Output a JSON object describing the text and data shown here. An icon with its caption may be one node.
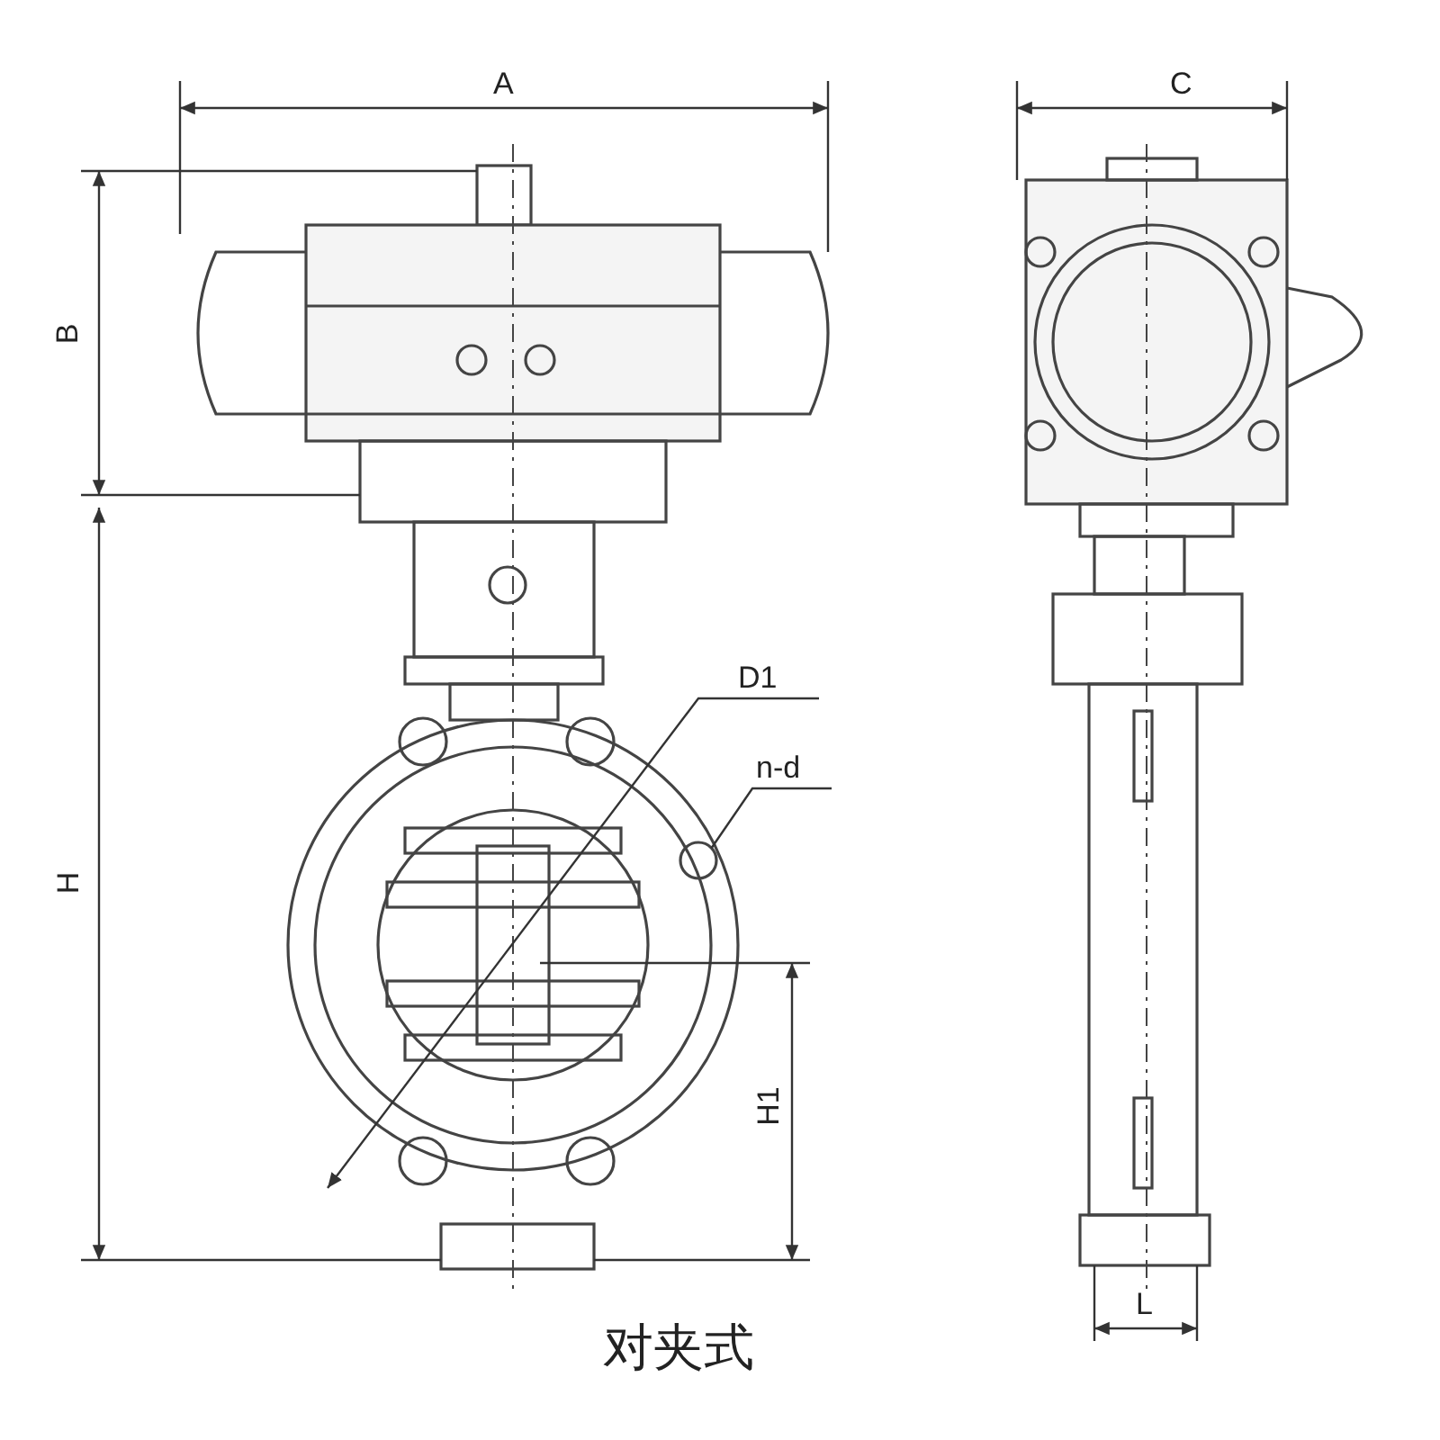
{
  "diagram": {
    "caption": "对夹式",
    "nodes": [
      {
        "text": [
          "n-d"
        ]
      },
      {
        "text": [],
        "shape": "circle"
      }
    ],
    "edges": [
      {
        "from": 0,
        "to": 1,
        "arrow": "none"
      }
    ],
    "labels": [
      "A",
      "C",
      "B",
      "H",
      "D1",
      "H1",
      "L"
    ]
  }
}
